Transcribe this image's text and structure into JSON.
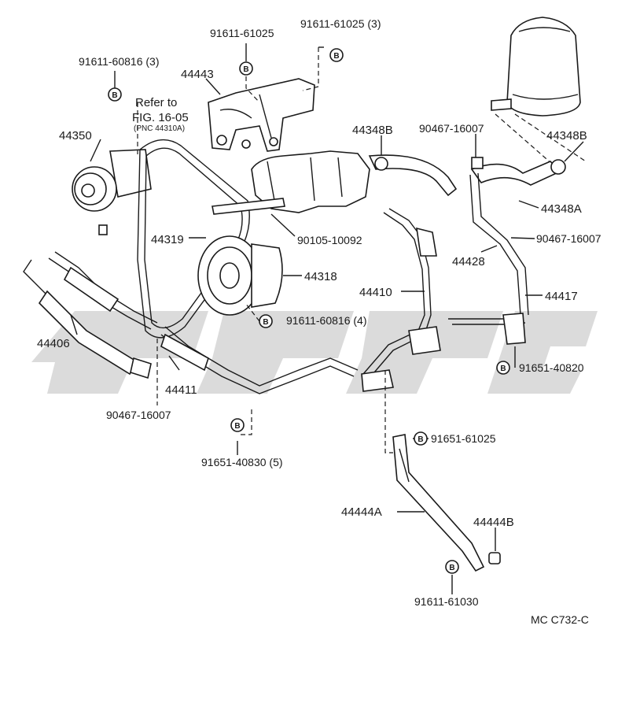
{
  "labels": {
    "p91611_61025_left": "91611-61025",
    "p91611_61025_right": "91611-61025 (3)",
    "p91611_60816_top": "91611-60816 (3)",
    "p44443": "44443",
    "refer_to": "Refer to",
    "fig": "FIG. 16-05",
    "pnc": "(PNC 44310A)",
    "p44350": "44350",
    "p44348B_center": "44348B",
    "p90467_16007_top": "90467-16007",
    "p44348B_right": "44348B",
    "p44348A": "44348A",
    "p90105_10092": "90105-10092",
    "p44319": "44319",
    "p90467_16007_right": "90467-16007",
    "p44428": "44428",
    "p44318": "44318",
    "p44410": "44410",
    "p44417": "44417",
    "p91611_60816_4": "91611-60816 (4)",
    "p44406": "44406",
    "p91651_40820": "91651-40820",
    "p44411": "44411",
    "p90467_16007_bottom": "90467-16007",
    "p91651_61025": "91651-61025",
    "p91651_40830": "91651-40830 (5)",
    "p44444A": "44444A",
    "p44444B": "44444B",
    "p91611_61030": "91611-61030",
    "code": "MC  C732-C"
  },
  "marker_letter": "B",
  "colors": {
    "ink": "#1a1a1a",
    "watermark": "#bdbdbd",
    "background": "#ffffff"
  }
}
